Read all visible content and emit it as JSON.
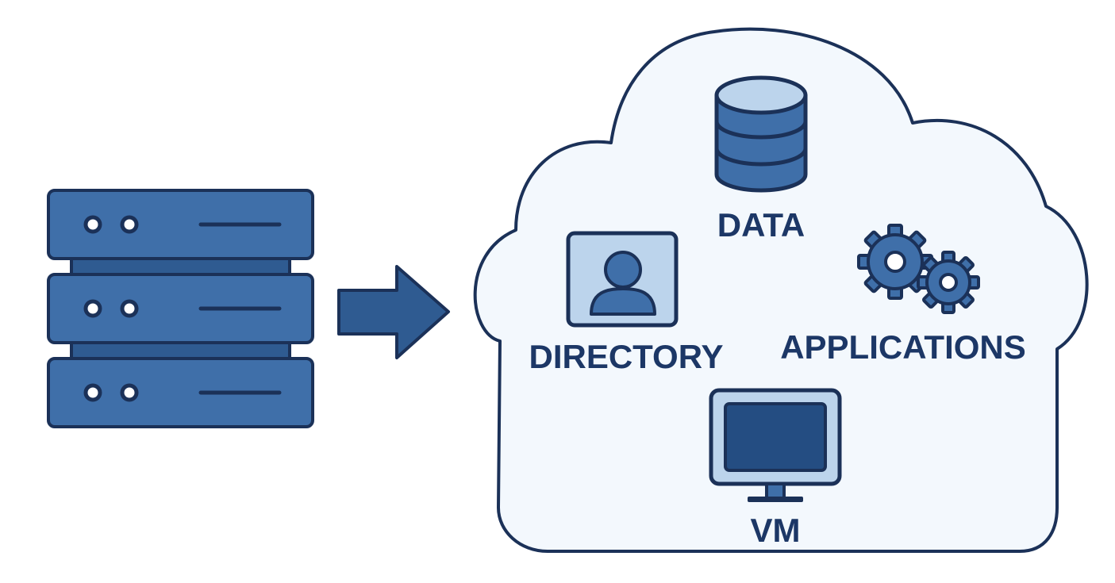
{
  "diagram": {
    "labels": {
      "data": "DATA",
      "directory": "DIRECTORY",
      "applications": "APPLICATIONS",
      "vm": "VM"
    }
  },
  "colors": {
    "outline": "#1b3158",
    "fill_main": "#3f6fa9",
    "fill_dark": "#2f5b91",
    "fill_light": "#bcd4ec",
    "cloud_fill": "#f3f8fd",
    "label_text": "#1c3766"
  },
  "icons": {
    "source": "server-rack-icon",
    "flow": "arrow-right-icon",
    "data": "database-icon",
    "directory": "user-profile-icon",
    "applications": "gears-icon",
    "vm": "monitor-icon"
  }
}
